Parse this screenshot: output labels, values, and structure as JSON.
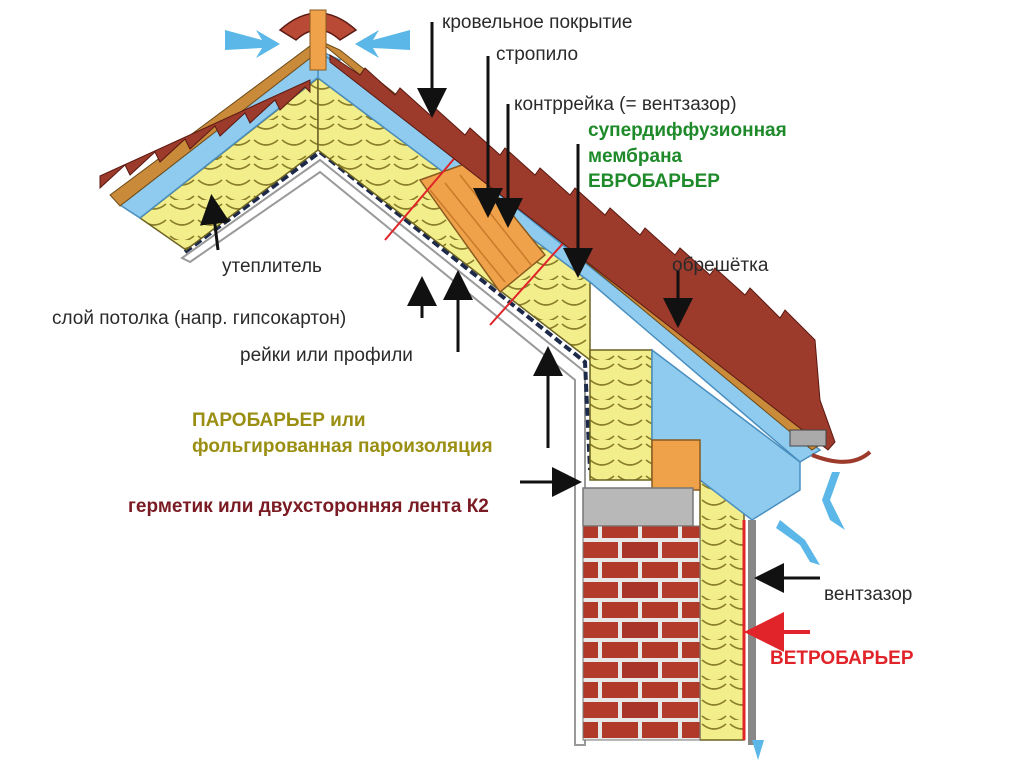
{
  "labels": {
    "roof_covering": "кровельное покрытие",
    "rafter": "стропило",
    "counter_batten": "контррейка (= вентзазор)",
    "membrane_line1": "супердиффузионная",
    "membrane_line2": "мембрана",
    "membrane_line3": "ЕВРОБАРЬЕР",
    "battens": "обрешётка",
    "insulation": "утеплитель",
    "ceiling_layer": "слой потолка (напр. гипсокартон)",
    "rails": "рейки или профили",
    "vapor_line1": "ПАРОБАРЬЕР или",
    "vapor_line2": "фольгированная пароизоляция",
    "sealant": "герметик или двухсторонняя лента К2",
    "vent_gap": "вентзазор",
    "wind_barrier": "ВЕТРОБАРЬЕР"
  },
  "colors": {
    "tile": "#9c3a2b",
    "insulation": "#f3ee8c",
    "membrane": "#8ecbef",
    "wood": "#f0a24a",
    "brick": "#b0392a",
    "green_text": "#1e8a2a",
    "olive_text": "#9a8f12",
    "maroon_text": "#7a1a22",
    "red_text": "#e0242a"
  }
}
